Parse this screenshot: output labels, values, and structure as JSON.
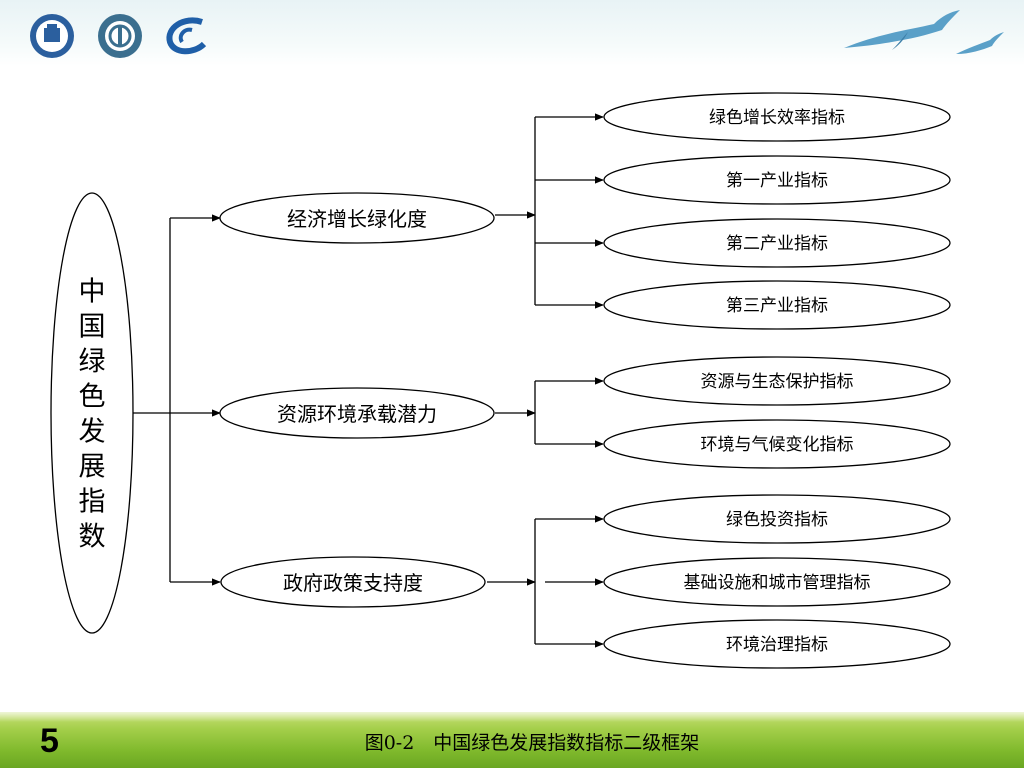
{
  "root": {
    "label": "中国绿色发展指数"
  },
  "branches": [
    {
      "label": "经济增长绿化度",
      "children": [
        "绿色增长效率指标",
        "第一产业指标",
        "第二产业指标",
        "第三产业指标"
      ]
    },
    {
      "label": "资源环境承载潜力",
      "children": [
        "资源与生态保护指标",
        "环境与气候变化指标"
      ]
    },
    {
      "label": "政府政策支持度",
      "children": [
        "绿色投资指标",
        "基础设施和城市管理指标",
        "环境治理指标"
      ]
    }
  ],
  "footer": {
    "page_number": "5",
    "caption": "图0-2　中国绿色发展指数指标二级框架"
  },
  "colors": {
    "line": "#000000",
    "node_fill": "#ffffff",
    "sky": "#e8f3f5",
    "grass": "#7fb92c"
  }
}
